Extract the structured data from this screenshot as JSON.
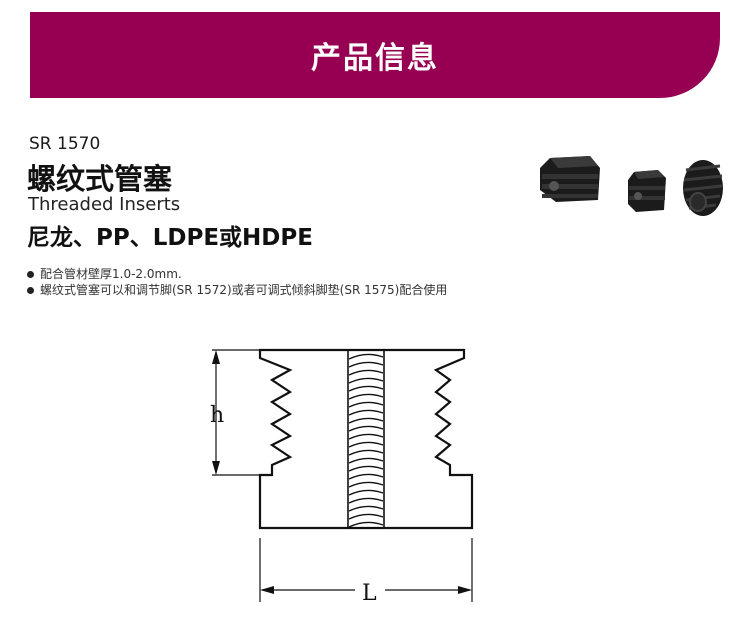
{
  "banner": {
    "title": "产品信息",
    "color": "#970052"
  },
  "product": {
    "code": "SR 1570",
    "name_cn": "螺纹式管塞",
    "name_en": "Threaded Inserts",
    "material": "尼龙、PP、LDPE或HDPE"
  },
  "bullets": [
    "配合管材壁厚1.0-2.0mm.",
    "螺纹式管塞可以和调节脚(SR 1572)或者可调式倾斜脚垫(SR 1575)配合使用"
  ],
  "photo": {
    "icon": "threaded-insert-product-photo"
  },
  "drawing": {
    "h_label": "h",
    "l_label": "L"
  }
}
